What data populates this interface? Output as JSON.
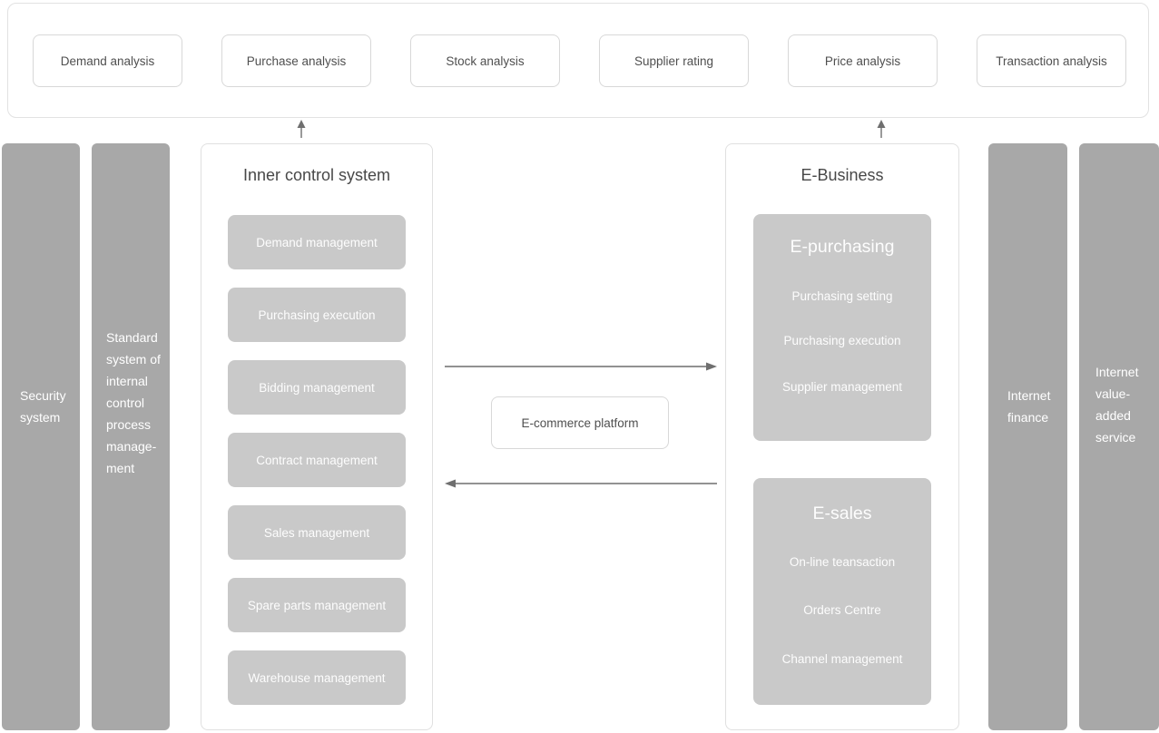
{
  "diagram": {
    "top_row": {
      "items": [
        "Demand analysis",
        "Purchase analysis",
        "Stock analysis",
        "Supplier rating",
        "Price analysis",
        "Transaction analysis"
      ]
    },
    "left_bars": [
      {
        "label": "Security\nsystem"
      },
      {
        "label": "Standard\nsystem of\ninternal\ncontrol\nprocess\nmanage-\nment"
      }
    ],
    "inner_control": {
      "title": "Inner control system",
      "items": [
        "Demand management",
        "Purchasing execution",
        "Bidding management",
        "Contract management",
        "Sales management",
        "Spare parts management",
        "Warehouse management"
      ]
    },
    "center": {
      "platform_label": "E-commerce platform"
    },
    "e_business": {
      "title": "E-Business",
      "e_purchasing": {
        "title": "E-purchasing",
        "items": [
          "Purchasing setting",
          "Purchasing execution",
          "Supplier management"
        ]
      },
      "e_sales": {
        "title": "E-sales",
        "items": [
          "On-line teansaction",
          "Orders Centre",
          "Channel management"
        ]
      }
    },
    "right_bars": [
      {
        "label": "Internet\nfinance"
      },
      {
        "label": "Internet\nvalue-\nadded\nservice"
      }
    ],
    "colors": {
      "bar_gray": "#a8a8a8",
      "panel_gray": "#c9c9c9",
      "box_border": "#d8d8d8",
      "container_border": "#e2e2e2",
      "text_dark": "#4f4f4f",
      "text_light": "#ffffff",
      "arrow_gray": "#6f6f6f"
    }
  }
}
